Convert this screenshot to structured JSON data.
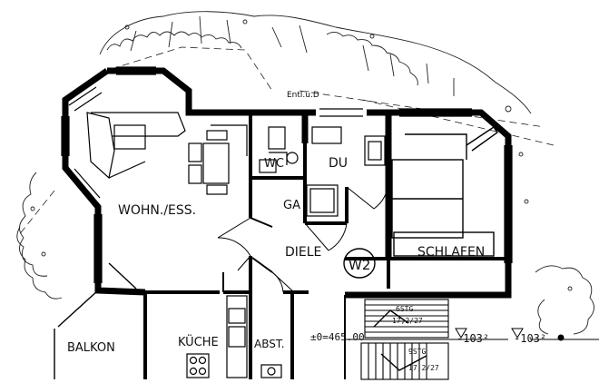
{
  "rooms": {
    "wohn_ess": "WOHN./ESS.",
    "wc": "WC",
    "du": "DU",
    "ga": "GA",
    "diele": "DIELE",
    "schlafen": "SCHLAFEN",
    "balkon": "BALKON",
    "kueche": "KÜCHE",
    "abst": "ABST."
  },
  "notes": {
    "entl": "Entl.ü.D",
    "unit": "W2",
    "level": "±0=465.00",
    "level_right_1": "-103²",
    "level_right_2": "-103²",
    "stair_upper_1": "6STG",
    "stair_upper_2": "17,2/27",
    "stair_lower_1": "9STG",
    "stair_lower_2": "17,2/27"
  }
}
